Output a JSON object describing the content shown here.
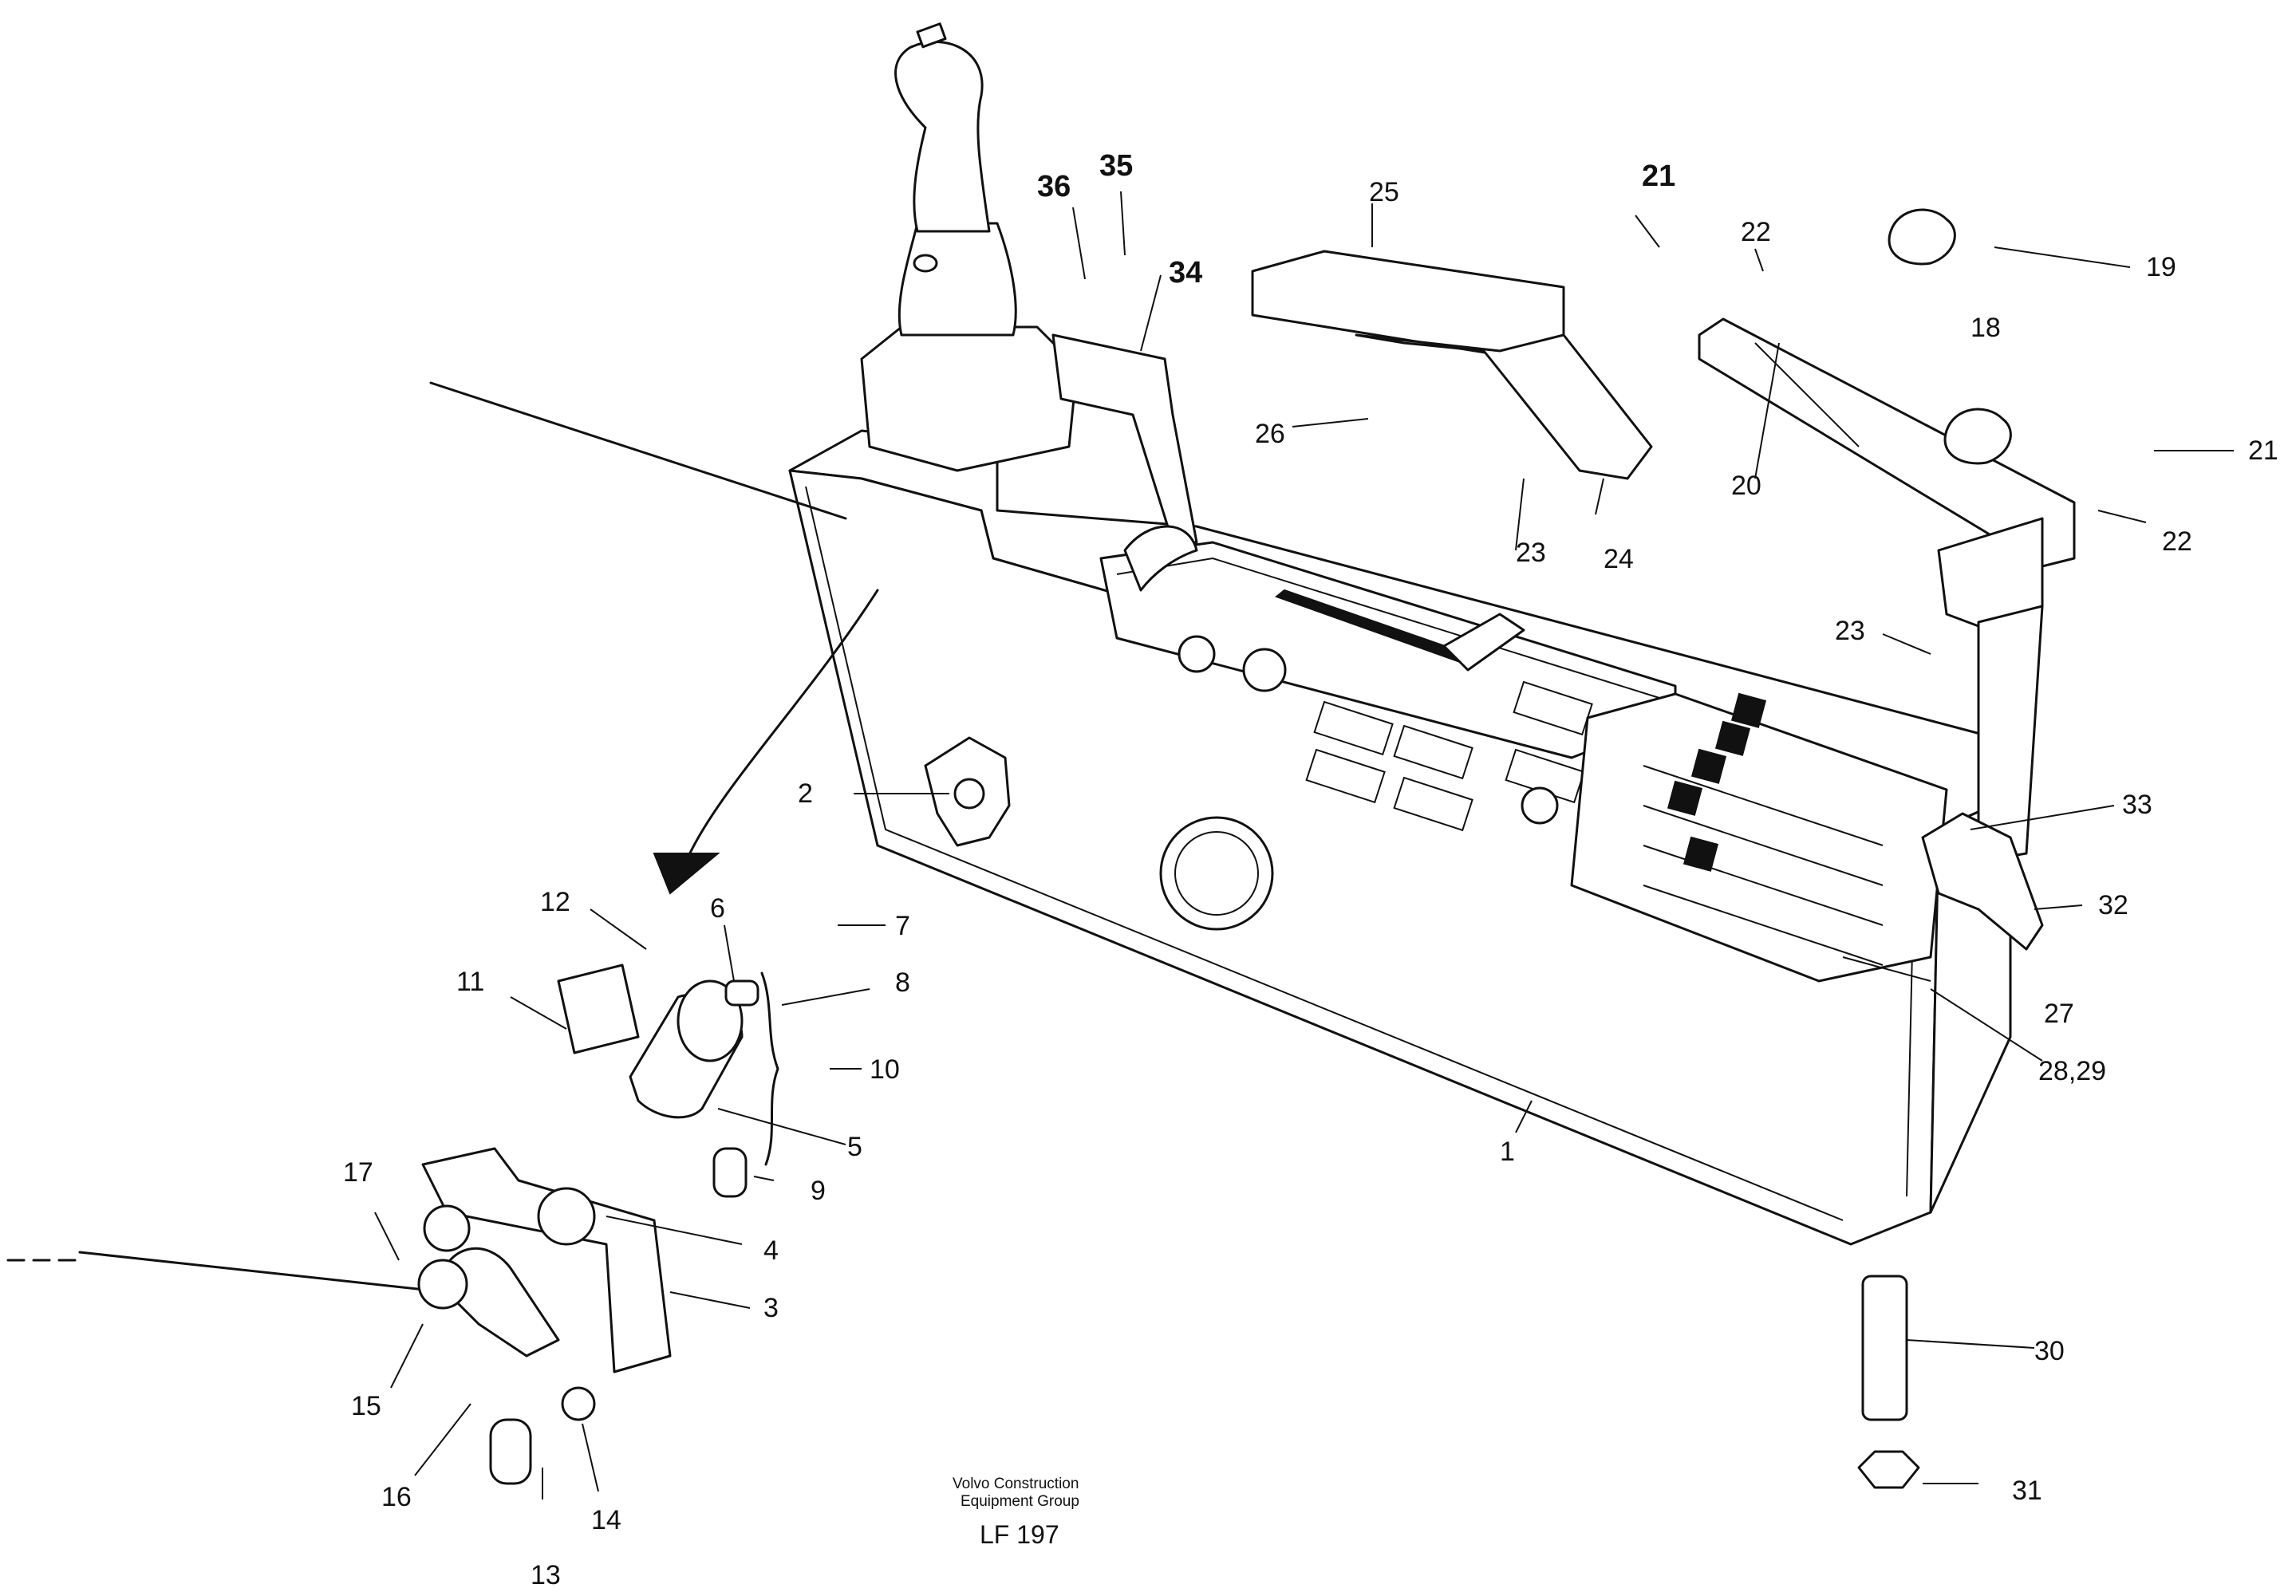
{
  "callouts": {
    "c1": "1",
    "c2": "2",
    "c3": "3",
    "c4": "4",
    "c5": "5",
    "c6": "6",
    "c7": "7",
    "c8": "8",
    "c9": "9",
    "c10": "10",
    "c11": "11",
    "c12": "12",
    "c13": "13",
    "c14": "14",
    "c15": "15",
    "c16": "16",
    "c17": "17",
    "c18": "18",
    "c19": "19",
    "c20": "20",
    "c21a": "21",
    "c21b": "21",
    "c22a": "22",
    "c22b": "22",
    "c23a": "23",
    "c23b": "23",
    "c24": "24",
    "c25": "25",
    "c26": "26",
    "c27": "27",
    "c28_29": "28,29",
    "c30": "30",
    "c31": "31",
    "c32": "32",
    "c33": "33",
    "c34": "34",
    "c35": "35",
    "c36": "36"
  },
  "footer": {
    "company_line1": "Volvo Construction",
    "company_line2": "Equipment Group",
    "drawing_code": "LF 197"
  }
}
